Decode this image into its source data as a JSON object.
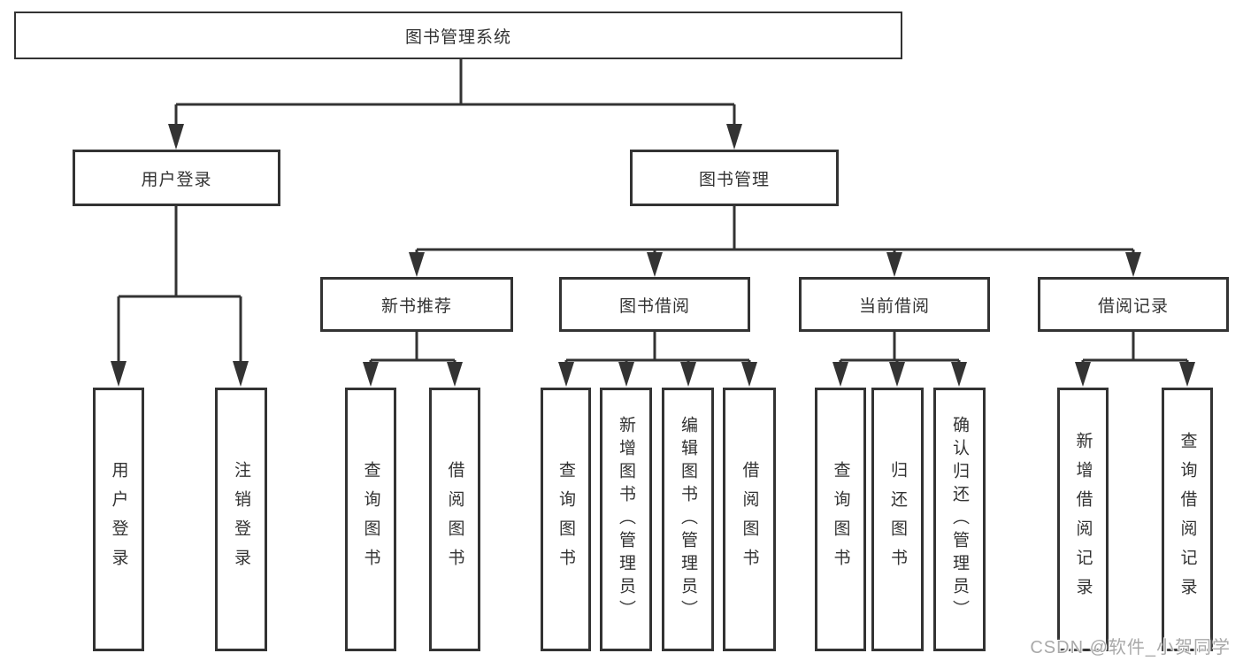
{
  "diagram": {
    "type": "hierarchy-tree",
    "watermark": "CSDN @软件_小贺同学",
    "colors": {
      "line": "#333333",
      "box_border": "#333333",
      "box_fill": "#ffffff",
      "text": "#333333",
      "watermark": "#a9a9a9",
      "background": "#ffffff"
    },
    "tree": {
      "label": "图书管理系统",
      "children": [
        {
          "label": "用户登录",
          "children": [
            {
              "label": "用户登录"
            },
            {
              "label": "注销登录"
            }
          ]
        },
        {
          "label": "图书管理",
          "children": [
            {
              "label": "新书推荐",
              "children": [
                {
                  "label": "查询图书"
                },
                {
                  "label": "借阅图书"
                }
              ]
            },
            {
              "label": "图书借阅",
              "children": [
                {
                  "label": "查询图书"
                },
                {
                  "label": "新增图书（管理员）"
                },
                {
                  "label": "编辑图书（管理员）"
                },
                {
                  "label": "借阅图书"
                }
              ]
            },
            {
              "label": "当前借阅",
              "children": [
                {
                  "label": "查询图书"
                },
                {
                  "label": "归还图书"
                },
                {
                  "label": "确认归还（管理员）"
                }
              ]
            },
            {
              "label": "借阅记录",
              "children": [
                {
                  "label": "新增借阅记录"
                },
                {
                  "label": "查询借阅记录"
                }
              ]
            }
          ]
        }
      ]
    }
  }
}
